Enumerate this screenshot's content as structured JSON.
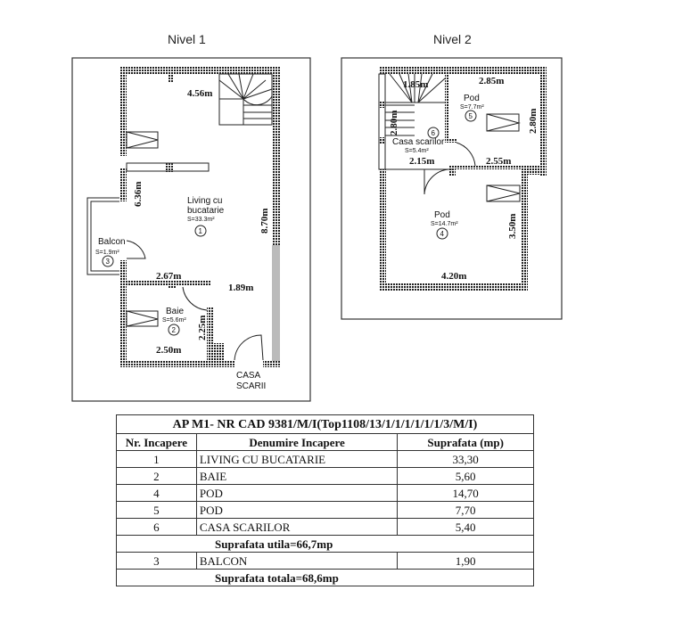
{
  "levels": {
    "level1": {
      "title": "Nivel 1",
      "rooms": {
        "living": {
          "name_line1": "Living cu",
          "name_line2": "bucatarie",
          "area": "S=33.3m²",
          "number": "1"
        },
        "balcon": {
          "name": "Balcon",
          "area": "S=1.9m²",
          "number": "3"
        },
        "baie": {
          "name": "Baie",
          "area": "S=5.6m²",
          "number": "2"
        }
      },
      "dimensions": [
        "4.56m",
        "6.36m",
        "8.70m",
        "2.67m",
        "1.89m",
        "2.25m",
        "2.50m"
      ],
      "exit_label_line1": "CASA",
      "exit_label_line2": "SCARII"
    },
    "level2": {
      "title": "Nivel 2",
      "rooms": {
        "casa_scarilor": {
          "name": "Casa scarilor",
          "area": "S=5.4m²",
          "number": "6"
        },
        "pod5": {
          "name": "Pod",
          "area": "S=7.7m²",
          "number": "5"
        },
        "pod4": {
          "name": "Pod",
          "area": "S=14.7m²",
          "number": "4"
        }
      },
      "dimensions": [
        "1.85m",
        "2.85m",
        "2.80m",
        "2.80m",
        "2.15m",
        "2.55m",
        "3.50m",
        "4.20m"
      ]
    }
  },
  "table": {
    "title": "AP M1- NR CAD 9381/M/I(Top1108/13/1/1/1/1/1/1/3/M/I)",
    "headers": [
      "Nr. Incapere",
      "Denumire Incapere",
      "Suprafata (mp)"
    ],
    "rows": [
      {
        "nr": "1",
        "name": "LIVING CU BUCATARIE",
        "area": "33,30"
      },
      {
        "nr": "2",
        "name": "BAIE",
        "area": "5,60"
      },
      {
        "nr": "4",
        "name": "POD",
        "area": "14,70"
      },
      {
        "nr": "5",
        "name": "POD",
        "area": "7,70"
      },
      {
        "nr": "6",
        "name": "CASA SCARILOR",
        "area": "5,40"
      }
    ],
    "subtotal": "Suprafata utila=66,7mp",
    "balcony_row": {
      "nr": "3",
      "name": "BALCON",
      "area": "1,90"
    },
    "total": "Suprafata totala=68,6mp"
  }
}
